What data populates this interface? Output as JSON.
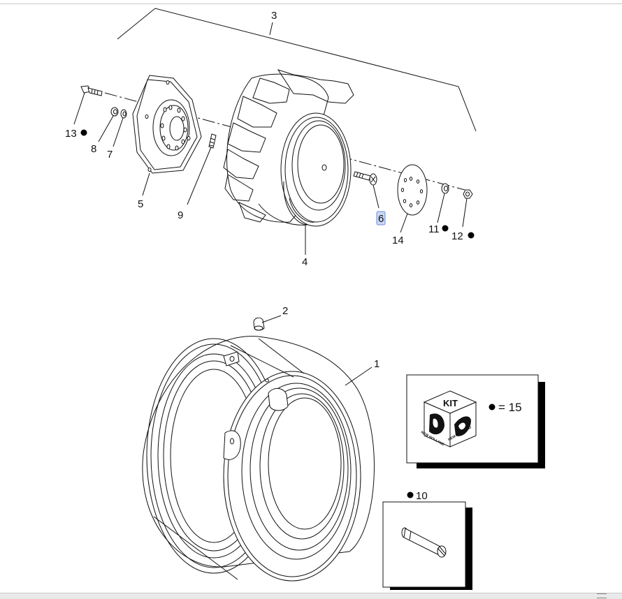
{
  "callouts": {
    "c1": "1",
    "c2": "2",
    "c3": "3",
    "c4": "4",
    "c5": "5",
    "c6": "6",
    "c7": "7",
    "c8": "8",
    "c9": "9",
    "c10": "10",
    "c11": "11",
    "c12": "12",
    "c13": "13",
    "c14": "14"
  },
  "kit": {
    "title": "KIT",
    "equation": "= 15",
    "side_left": "NEW HOLLAND",
    "side_right": "NEW HOLLAND"
  },
  "selected_callout": "6",
  "colors": {
    "highlight": "#c9d8f5",
    "line": "#111111",
    "bullet": "#000000"
  }
}
